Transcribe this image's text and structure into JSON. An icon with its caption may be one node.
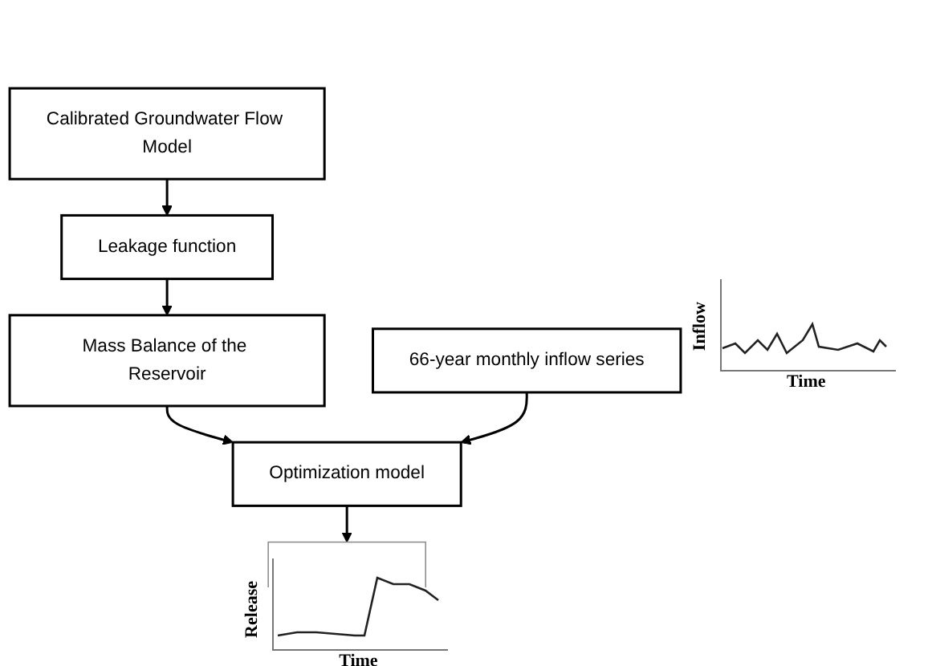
{
  "diagram": {
    "nodes": [
      {
        "text": [
          "Calibrated Groundwater Flow Model"
        ]
      },
      {
        "text": [
          "Leakage function"
        ]
      },
      {
        "text": [
          "Mass Balance of the Reservoir"
        ]
      },
      {
        "text": [
          "Optimization model"
        ]
      },
      {
        "text": [
          "66-year monthly inflow series"
        ]
      },
      {
        "text": [],
        "shape": "picture"
      }
    ],
    "edges": [
      {
        "from": 0,
        "to": 1,
        "arrow": "to"
      },
      {
        "from": 1,
        "to": 2,
        "arrow": "to"
      },
      {
        "from": 2,
        "to": 3,
        "arrow": "to"
      },
      {
        "from": 4,
        "to": 3,
        "arrow": "to"
      },
      {
        "from": 3,
        "to": 5,
        "arrow": "to"
      }
    ],
    "labels": [
      "Inflow",
      "Time",
      "Release",
      "Time"
    ]
  }
}
